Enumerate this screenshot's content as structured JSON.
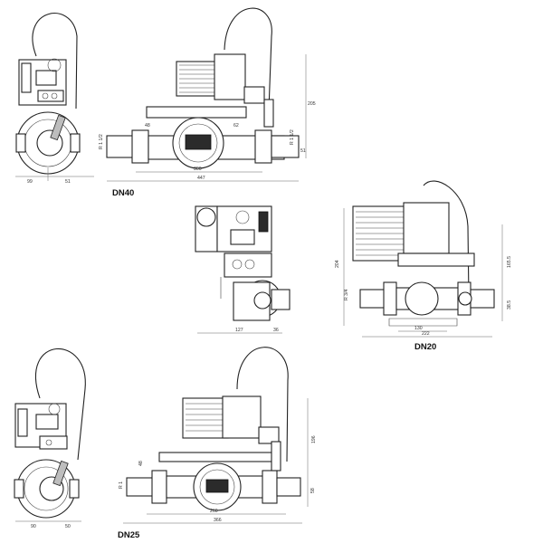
{
  "captions": {
    "dn40": "DN40",
    "dn20": "DN20",
    "dn25": "DN25"
  },
  "dims": {
    "dn40_side_left": "99",
    "dn40_side_right": "51",
    "dn40_front_300": "300",
    "dn40_front_447": "447",
    "dn40_height": "205",
    "dn40_r1": "R 1 1/2",
    "dn40_left_r": "R 1 1/2",
    "dn40_48": "48",
    "dn40_62": "62",
    "dn40_mid": "51",
    "center_127": "127",
    "center_36": "36",
    "dn20_130": "130",
    "dn20_222": "222",
    "dn20_204": "204",
    "dn20_165": "165.5",
    "dn20_38": "38.5",
    "dn20_r": "R 3/4",
    "dn25_left": "90",
    "dn25_right": "50",
    "dn25_260": "260",
    "dn25_366": "366",
    "dn25_height": "196",
    "dn25_r1": "R 1",
    "dn25_48": "48",
    "dn25_58": "58"
  }
}
